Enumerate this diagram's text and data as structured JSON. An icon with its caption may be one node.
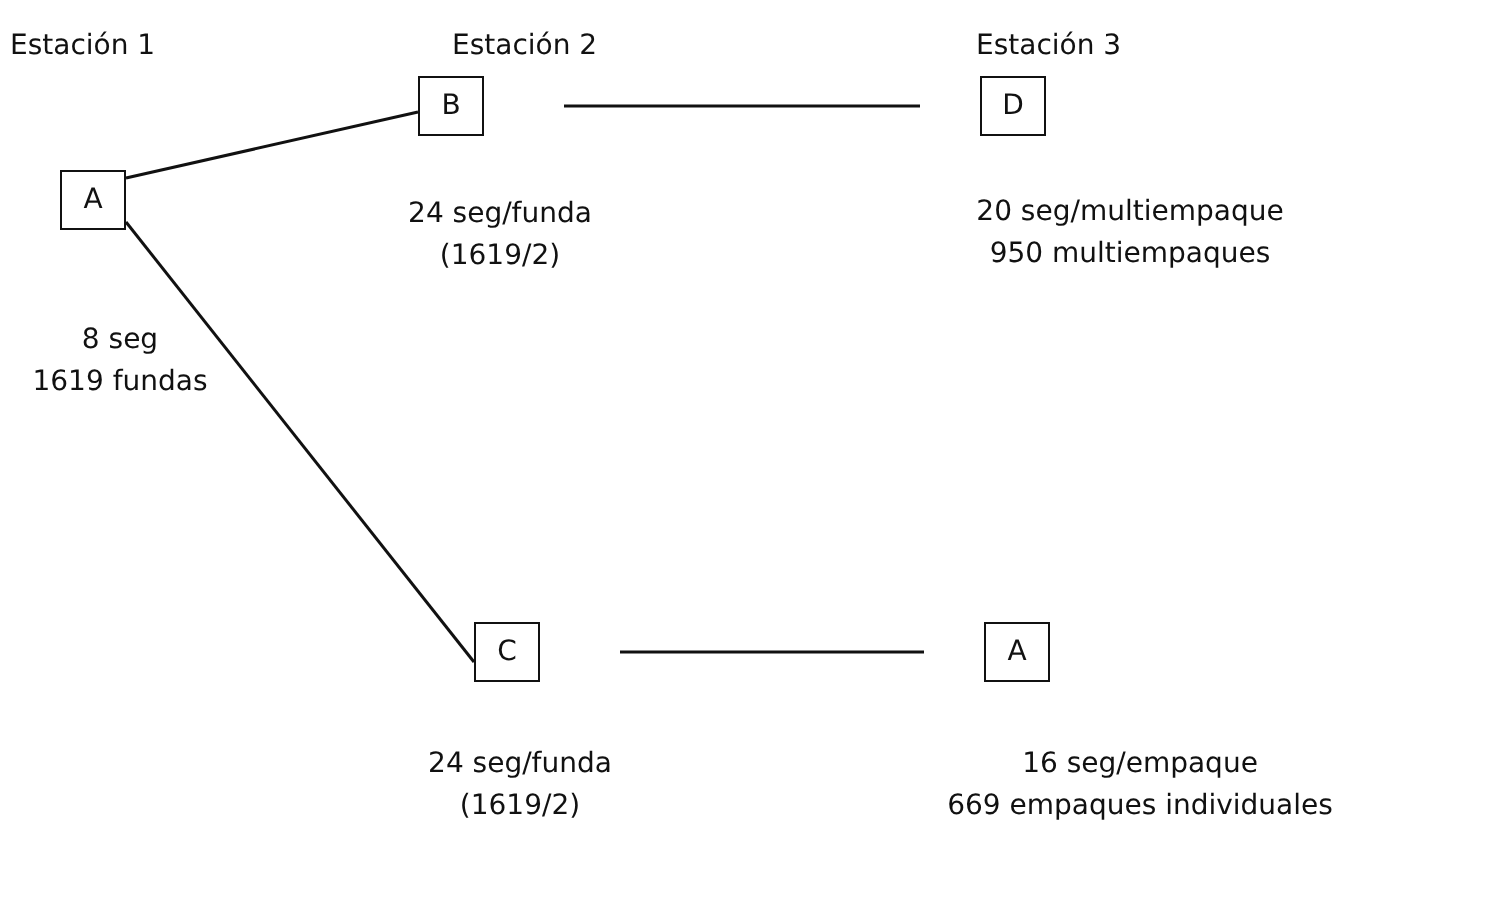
{
  "diagram": {
    "nodes": [
      {
        "text": [
          "A"
        ],
        "beside": [
          "8 seg",
          "1619 fundas"
        ]
      },
      {
        "text": [
          "B"
        ],
        "beside": [
          "24 seg/funda",
          "(1619/2)"
        ]
      },
      {
        "text": [
          "D"
        ],
        "beside": [
          "20 seg/multiempaque",
          "950 multiempaques"
        ]
      },
      {
        "text": [
          "C"
        ],
        "beside": [
          "24 seg/funda",
          "(1619/2)"
        ]
      },
      {
        "text": [
          "A"
        ],
        "beside": [
          "16 seg/empaque",
          "669 empaques individuales"
        ]
      }
    ],
    "edges": [
      {
        "from": 0,
        "to": 1,
        "arrow": "none"
      },
      {
        "from": 1,
        "to": 2,
        "arrow": "none"
      },
      {
        "from": 0,
        "to": 3,
        "arrow": "none"
      },
      {
        "from": 3,
        "to": 4,
        "arrow": "none"
      }
    ],
    "labels": [
      "Estación 1",
      "Estación 2",
      "Estación 3"
    ]
  }
}
